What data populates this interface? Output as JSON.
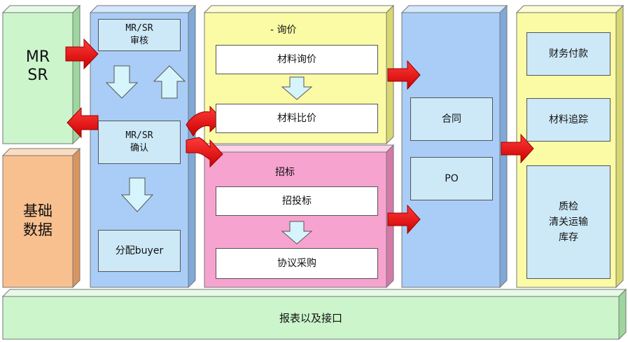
{
  "mr_sr": "MR\nSR",
  "base_data": "基础\n数据",
  "mrsr_review": "MR/SR\n审核",
  "mrsr_confirm": "MR/SR\n确认",
  "assign_buyer": "分配buyer",
  "inquiry": {
    "title": "- 询价",
    "material_inquiry": "材料询价",
    "material_compare": "材料比价"
  },
  "tender": {
    "title": "招标",
    "bidding": "招投标",
    "agreement": "协议采购"
  },
  "contract": "合同",
  "po": "PO",
  "finance_payment": "财务付款",
  "material_tracking": "材料追踪",
  "qc_customs_storage": "质检\n清关运输\n库存",
  "reports_interfaces": "报表以及接口",
  "colors": {
    "green": "#ccf5cc",
    "orange": "#f9c08f",
    "blue": "#a9cdf6",
    "yellow": "#fbfba6",
    "pink": "#f6a3cf",
    "light_cyan": "#cde9f7",
    "arrow_red": "#ee1111",
    "arrow_cyan": "#d6f4fb"
  }
}
